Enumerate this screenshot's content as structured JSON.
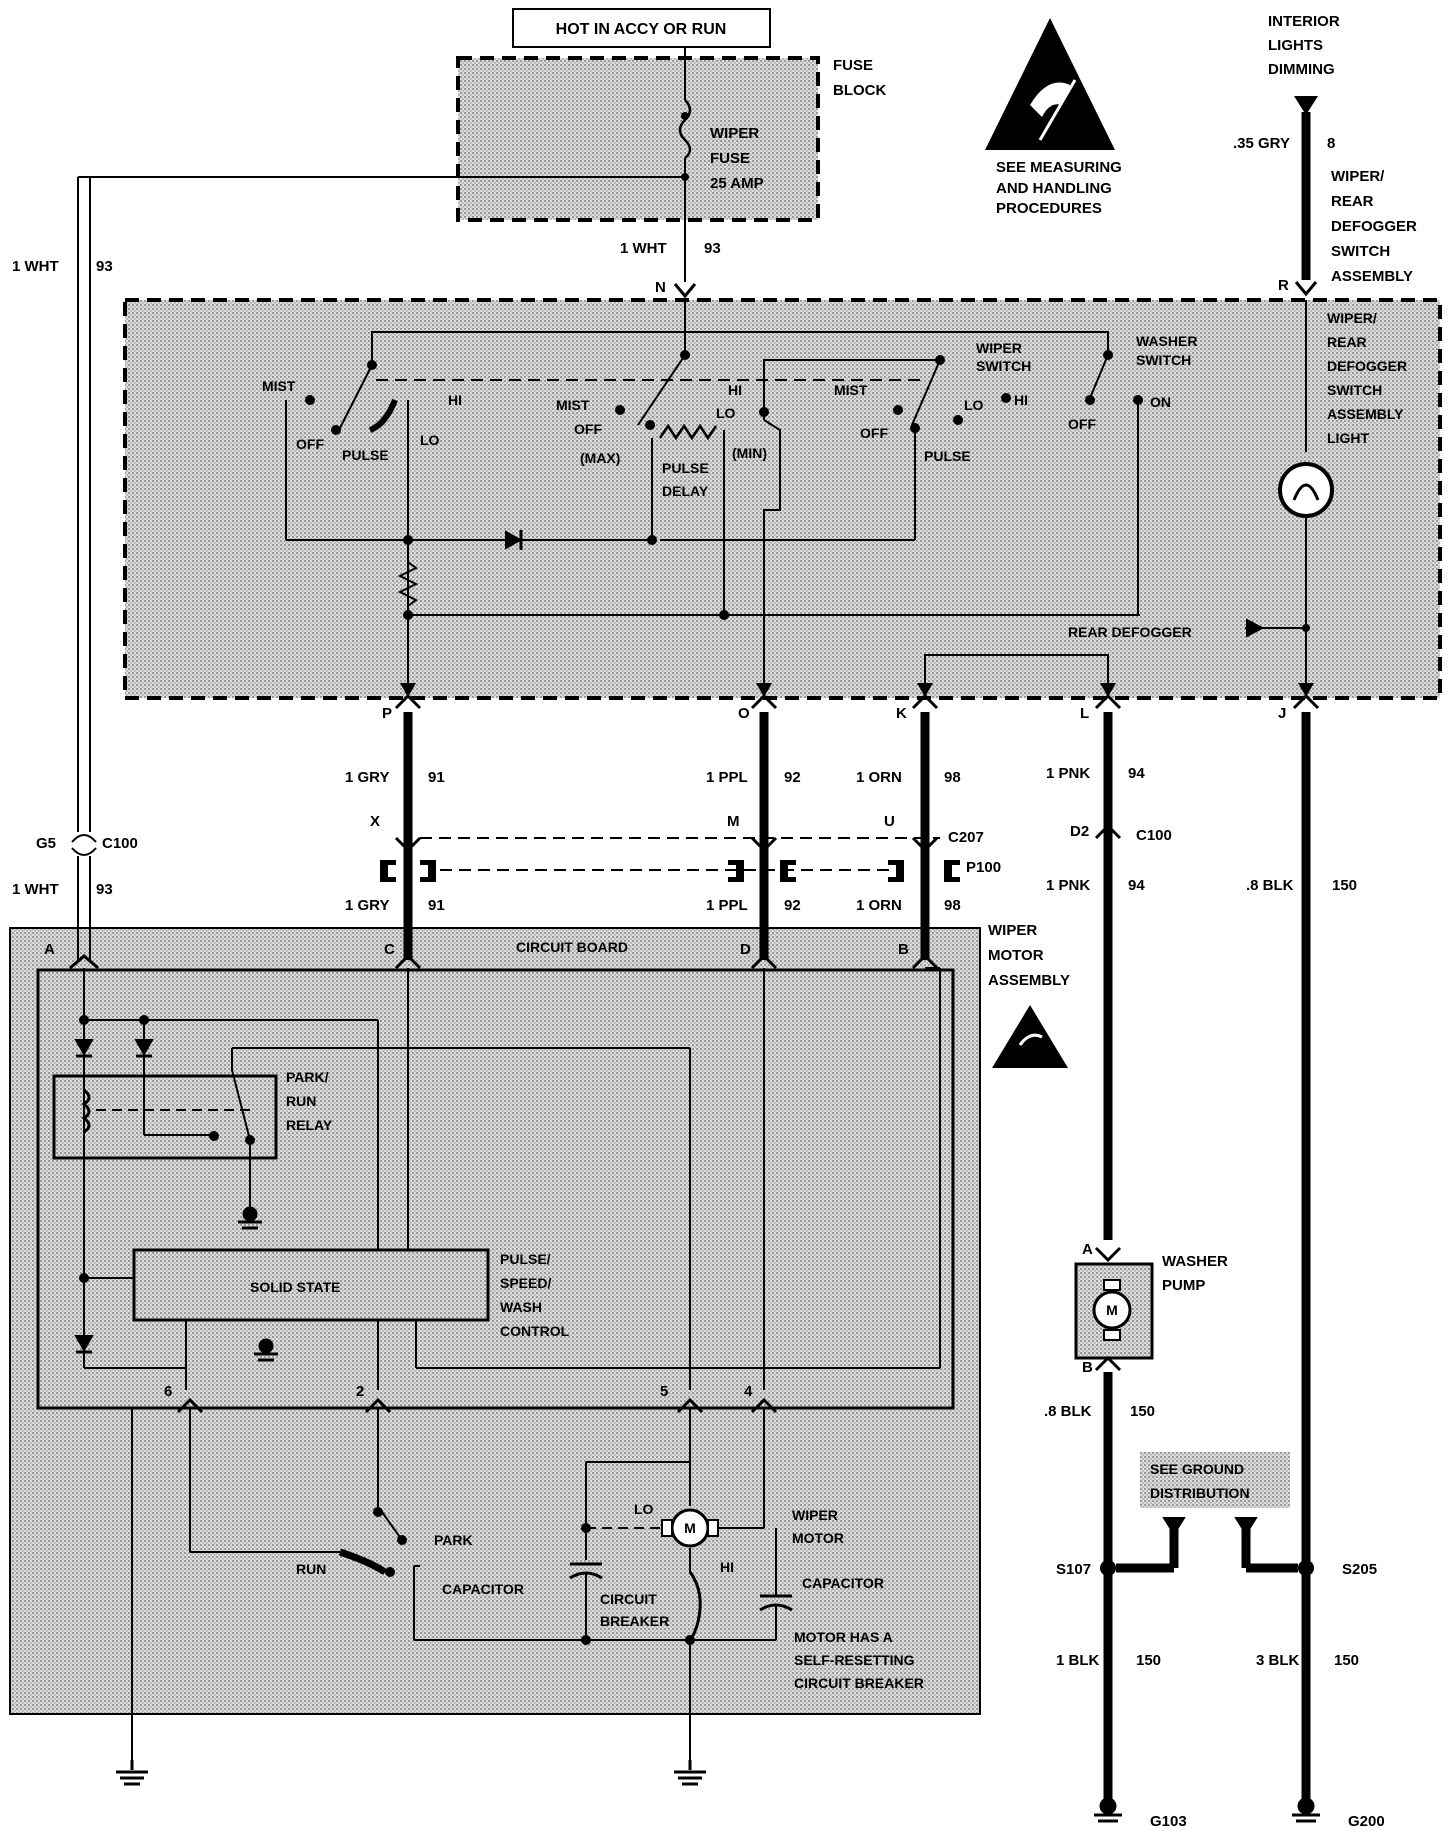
{
  "power_source": "HOT IN ACCY OR RUN",
  "fuse_block": {
    "title_line1": "FUSE",
    "title_line2": "BLOCK",
    "fuse_line1": "WIPER",
    "fuse_line2": "FUSE",
    "fuse_line3": "25 AMP"
  },
  "esd_warning": {
    "line1": "SEE MEASURING",
    "line2": "AND HANDLING",
    "line3": "PROCEDURES"
  },
  "dimming": {
    "line1": "INTERIOR",
    "line2": "LIGHTS",
    "line3": "DIMMING",
    "wire": ".35 GRY",
    "circuit": "8"
  },
  "switch_assembly": {
    "title": [
      "WIPER/",
      "REAR",
      "DEFOGGER",
      "SWITCH",
      "ASSEMBLY"
    ],
    "light": [
      "WIPER/",
      "REAR",
      "DEFOGGER",
      "SWITCH",
      "ASSEMBLY",
      "LIGHT"
    ],
    "wiper_switch": [
      "WIPER",
      "SWITCH"
    ],
    "washer_switch": [
      "WASHER",
      "SWITCH"
    ],
    "rear_defogger": "REAR DEFOGGER",
    "pulse_delay": [
      "PULSE",
      "DELAY"
    ],
    "labels": {
      "mist": "MIST",
      "off": "OFF",
      "pulse": "PULSE",
      "lo": "LO",
      "hi": "HI",
      "max": "(MAX)",
      "min": "(MIN)",
      "on": "ON"
    },
    "pins": {
      "n": "N",
      "r": "R",
      "p": "P",
      "o": "O",
      "k": "K",
      "l": "L",
      "j": "J"
    }
  },
  "wires": {
    "wht93_left": {
      "color": "1 WHT",
      "circuit": "93"
    },
    "wht93_fuse": {
      "color": "1 WHT",
      "circuit": "93"
    },
    "wht93_lower": {
      "color": "1 WHT",
      "circuit": "93"
    },
    "gry91_top": {
      "color": "1 GRY",
      "circuit": "91"
    },
    "gry91_bot": {
      "color": "1 GRY",
      "circuit": "91"
    },
    "ppl92_top": {
      "color": "1 PPL",
      "circuit": "92"
    },
    "ppl92_bot": {
      "color": "1 PPL",
      "circuit": "92"
    },
    "orn98_top": {
      "color": "1 ORN",
      "circuit": "98"
    },
    "orn98_bot": {
      "color": "1 ORN",
      "circuit": "98"
    },
    "pnk94_top": {
      "color": "1 PNK",
      "circuit": "94"
    },
    "pnk94_bot": {
      "color": "1 PNK",
      "circuit": "94"
    },
    "blk150_right": {
      "color": ".8 BLK",
      "circuit": "150"
    },
    "blk150_pump": {
      "color": ".8 BLK",
      "circuit": "150"
    },
    "blk150_s107": {
      "color": "1 BLK",
      "circuit": "150"
    },
    "blk150_s205": {
      "color": "3 BLK",
      "circuit": "150"
    }
  },
  "connectors": {
    "g5": "G5",
    "c100a": "C100",
    "d2": "D2",
    "c100b": "C100",
    "c207": "C207",
    "p100": "P100",
    "x": "X",
    "m": "M",
    "u": "U"
  },
  "motor_assembly": {
    "title": [
      "WIPER",
      "MOTOR",
      "ASSEMBLY"
    ],
    "circuit_board": "CIRCUIT BOARD",
    "pins": {
      "a": "A",
      "c": "C",
      "d": "D",
      "b": "B",
      "p6": "6",
      "p2": "2",
      "p5": "5",
      "p4": "4"
    },
    "relay": [
      "PARK/",
      "RUN",
      "RELAY"
    ],
    "solid_state": "SOLID STATE",
    "control": [
      "PULSE/",
      "SPEED/",
      "WASH",
      "CONTROL"
    ],
    "park": "PARK",
    "run": "RUN",
    "capacitor_left": "CAPACITOR",
    "capacitor_right": "CAPACITOR",
    "breaker": [
      "CIRCUIT",
      "BREAKER"
    ],
    "motor": [
      "WIPER",
      "MOTOR"
    ],
    "motor_lo": "LO",
    "motor_hi": "HI",
    "motor_symbol": "M",
    "note": [
      "MOTOR HAS A",
      "SELF-RESETTING",
      "CIRCUIT BREAKER"
    ]
  },
  "washer_pump": {
    "title": [
      "WASHER",
      "PUMP"
    ],
    "pin_a": "A",
    "pin_b": "B",
    "symbol": "M"
  },
  "ground_distribution": [
    "SEE GROUND",
    "DISTRIBUTION"
  ],
  "splices": {
    "s107": "S107",
    "s205": "S205"
  },
  "grounds": {
    "g103": "G103",
    "g200": "G200"
  }
}
